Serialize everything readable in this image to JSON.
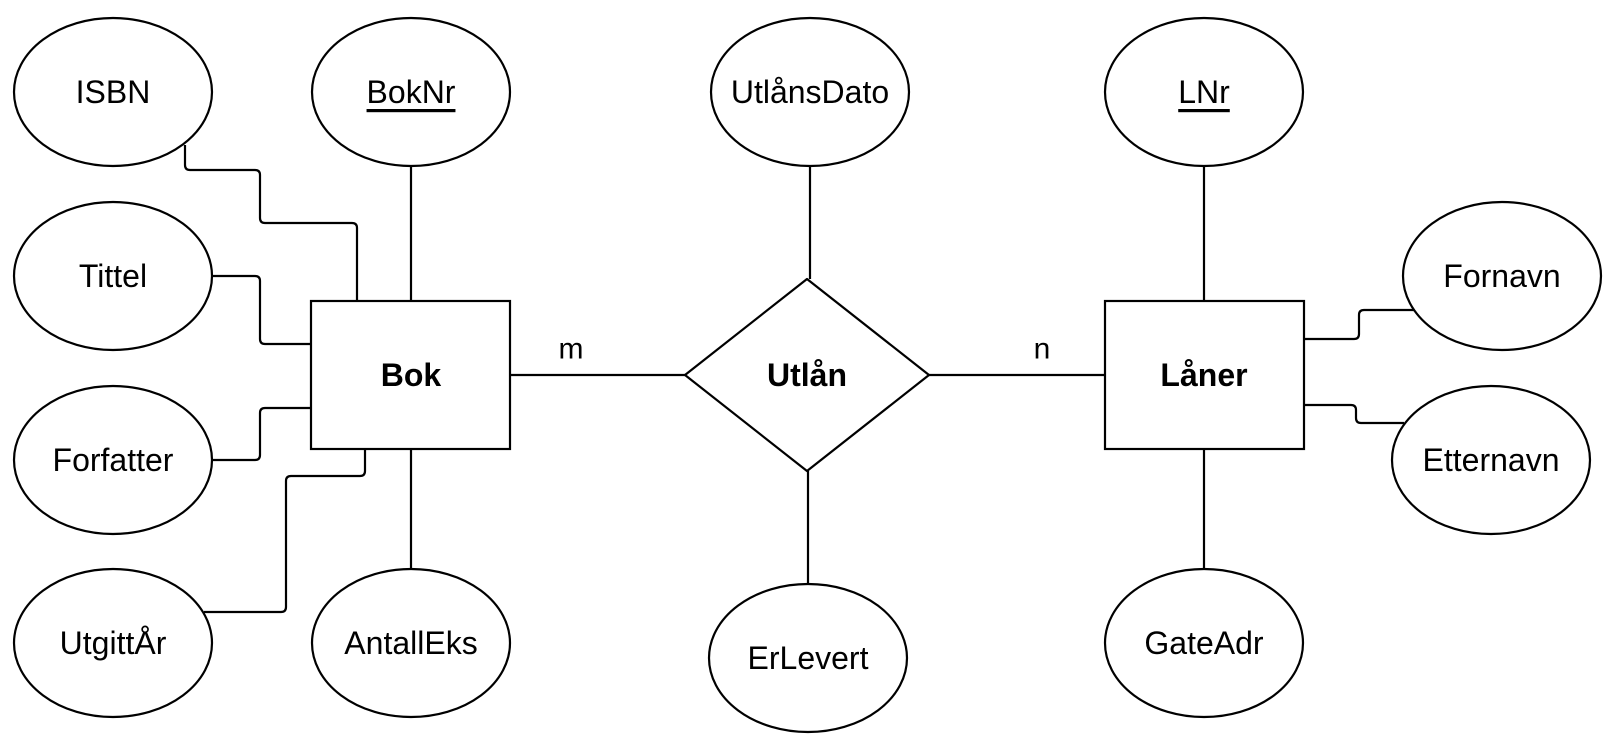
{
  "entities": {
    "bok": "Bok",
    "laaner": "Låner"
  },
  "relationship": {
    "label": "Utlån",
    "card_left": "m",
    "card_right": "n"
  },
  "attributes": {
    "isbn": "ISBN",
    "boknr": "BokNr",
    "tittel": "Tittel",
    "forfatter": "Forfatter",
    "utgittaar": "UtgittÅr",
    "antalleks": "AntallEks",
    "utlaansdato": "UtlånsDato",
    "erlevert": "ErLevert",
    "lnr": "LNr",
    "fornavn": "Fornavn",
    "etternavn": "Etternavn",
    "gateadr": "GateAdr"
  },
  "keys": [
    "boknr",
    "lnr"
  ]
}
